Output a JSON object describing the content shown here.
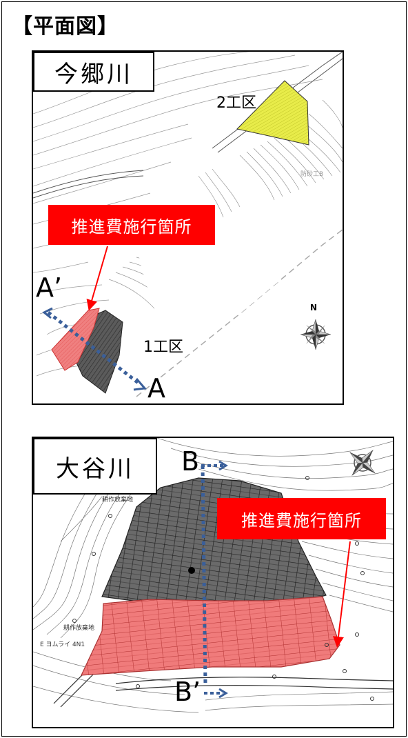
{
  "heading": "【平面図】",
  "panel1": {
    "river": "今郷川",
    "callout": "推進費施行箇所",
    "zone1": "1工区",
    "zone2": "2工区",
    "section_start": "A’",
    "section_end": "A",
    "north": "N",
    "map_note": "防砂工B"
  },
  "panel2": {
    "river": "大谷川",
    "callout": "推進費施行箇所",
    "section_start": "B",
    "section_end": "B’",
    "map_note_1": "耕作放棄地",
    "map_note_2": "耕作放棄地",
    "map_note_3": "E ヨムライ 4N1"
  },
  "colors": {
    "callout_red": "#ff0000",
    "red_area": "#f07b7b",
    "dark_area": "#555555",
    "yellow_area": "#e8ec4a",
    "section_line": "#3a5f9a"
  }
}
